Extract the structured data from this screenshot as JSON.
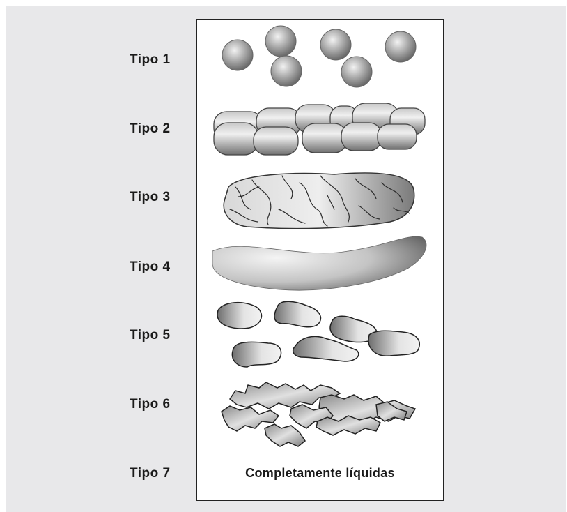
{
  "types": [
    {
      "label": "Tipo 1"
    },
    {
      "label": "Tipo 2"
    },
    {
      "label": "Tipo 3"
    },
    {
      "label": "Tipo 4"
    },
    {
      "label": "Tipo 5"
    },
    {
      "label": "Tipo 6"
    },
    {
      "label": "Tipo 7",
      "description": "Completamente líquidas"
    }
  ],
  "colors": {
    "background": "#e8e8ea",
    "panel": "#ffffff",
    "shape_dark": "#6a6a6a",
    "shape_light": "#e6e6e6",
    "text": "#1a1a1a"
  }
}
